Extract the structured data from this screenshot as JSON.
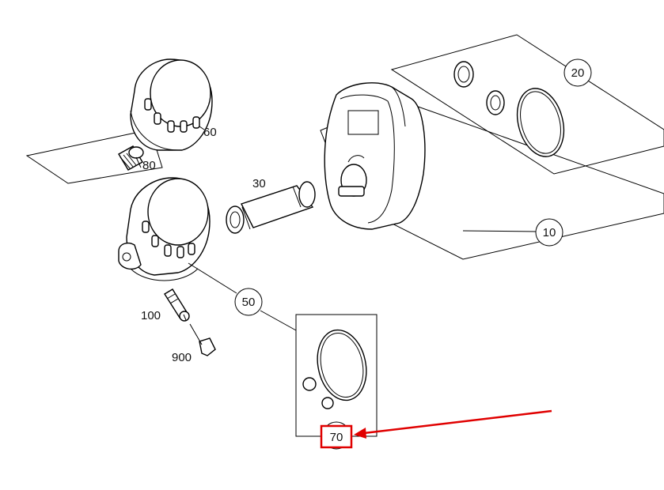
{
  "labels": {
    "p10": "10",
    "p20": "20",
    "p30": "30",
    "p50": "50",
    "p60": "60",
    "p70": "70",
    "p80": "80",
    "p100": "100",
    "p900": "900"
  },
  "highlight": {
    "target": "70",
    "box_color": "#e00000",
    "arrow_color": "#e00000"
  }
}
